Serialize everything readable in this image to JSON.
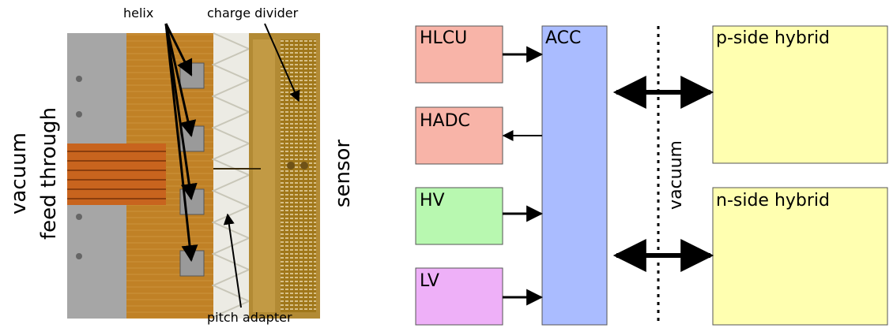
{
  "photo": {
    "labels": {
      "helix": "helix",
      "charge_divider": "charge divider",
      "pitch_adapter": "pitch adapter",
      "sensor": "sensor",
      "vacuum_line1": "vacuum",
      "vacuum_line2": "feed through"
    }
  },
  "diagram": {
    "boxes": {
      "hlcu": "HLCU",
      "hadc": "HADC",
      "hv": "HV",
      "lv": "LV",
      "acc": "ACC",
      "p_side": "p-side hybrid",
      "n_side": "n-side hybrid"
    },
    "vacuum_label": "vacuum",
    "colors": {
      "hlcu": "#f8b4a8",
      "hadc": "#f8b4a8",
      "hv": "#b8f8b0",
      "lv": "#eeb0f8",
      "acc": "#aabcff",
      "hybrid": "#ffffb0",
      "board": "#b8860b",
      "flex_cable": "#c8641e"
    }
  }
}
